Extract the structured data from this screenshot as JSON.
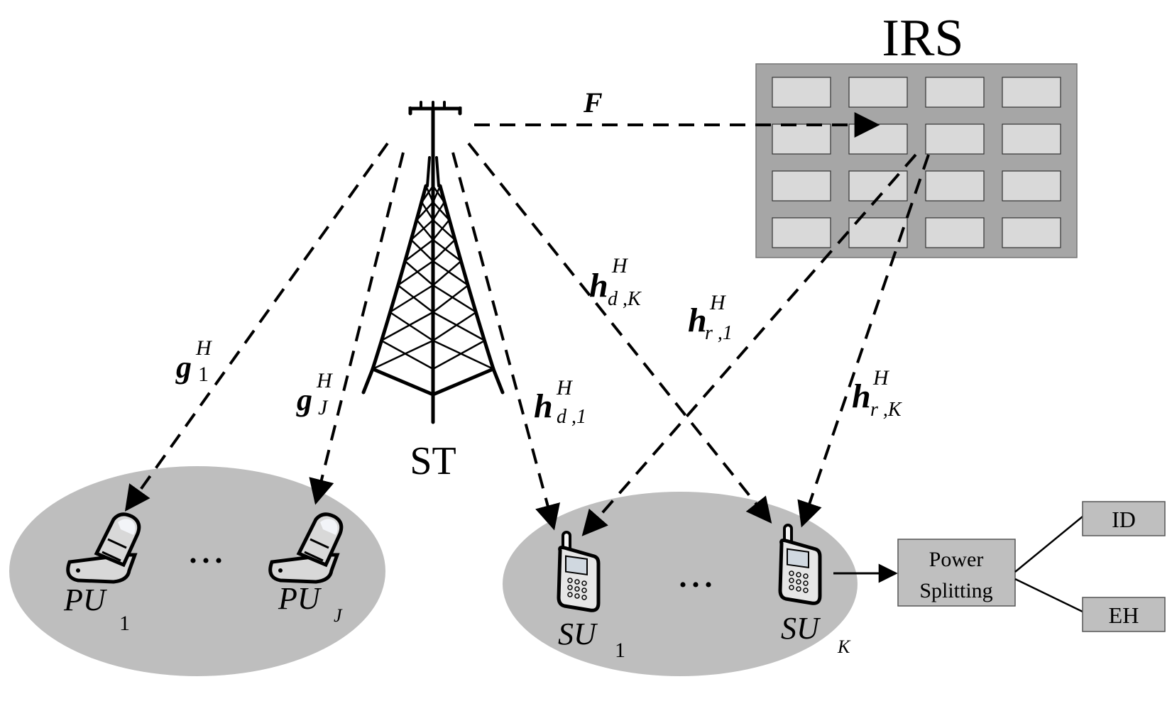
{
  "nodes": {
    "st": {
      "label": "ST"
    },
    "irs": {
      "label": "IRS",
      "rows": 4,
      "cols": 4
    },
    "pu_group": {
      "users": [
        {
          "base": "PU",
          "sub": "1"
        },
        {
          "base": "PU",
          "sub": "J"
        }
      ],
      "ellipsis": "• • •"
    },
    "su_group": {
      "users": [
        {
          "base": "SU",
          "sub": "1"
        },
        {
          "base": "SU",
          "sub": "K"
        }
      ],
      "ellipsis": "• • •"
    },
    "power_splitting": {
      "line1": "Power",
      "line2": "Splitting"
    },
    "id_box": {
      "label": "ID"
    },
    "eh_box": {
      "label": "EH"
    }
  },
  "channels": {
    "F": {
      "main": "F"
    },
    "g1": {
      "main": "g",
      "sup": "H",
      "sub": "1"
    },
    "gJ": {
      "main": "g",
      "sup": "H",
      "sub": "J"
    },
    "hd1": {
      "main": "h",
      "sup": "H",
      "sub": "d ,1"
    },
    "hdK": {
      "main": "h",
      "sup": "H",
      "sub": "d ,K"
    },
    "hr1": {
      "main": "h",
      "sup": "H",
      "sub": "r ,1"
    },
    "hrK": {
      "main": "h",
      "sup": "H",
      "sub": "r ,K"
    }
  },
  "colors": {
    "ellipse": "#bebebe",
    "irs_panel": "#a6a6a6",
    "irs_element": "#d9d9d9",
    "box": "#bfbfbf",
    "line": "#000000"
  }
}
